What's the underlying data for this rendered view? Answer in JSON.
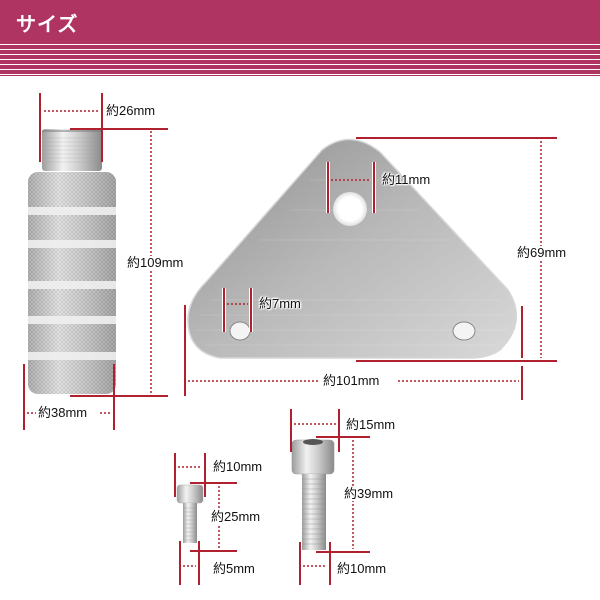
{
  "header": {
    "title": "サイズ",
    "color": "#b03462"
  },
  "colors": {
    "dimension_line": "#b0202e",
    "metal_light": "#e6e6e6",
    "metal_dark": "#9a9a9a"
  },
  "products": {
    "peg": {
      "name": "knurled-peg",
      "dimensions": {
        "top_diameter": "約26mm",
        "length": "約109mm",
        "bottom_diameter": "約38mm"
      }
    },
    "plate": {
      "name": "triangular-mounting-plate",
      "dimensions": {
        "top_hole": "約11mm",
        "height": "約69mm",
        "small_hole": "約7mm",
        "width": "約101mm"
      }
    },
    "small_bolt": {
      "name": "small-hex-socket-bolt",
      "dimensions": {
        "head_diameter": "約10mm",
        "length": "約25mm",
        "shaft_diameter": "約5mm"
      }
    },
    "large_bolt": {
      "name": "large-hex-socket-bolt",
      "dimensions": {
        "head_diameter": "約15mm",
        "length": "約39mm",
        "shaft_diameter": "約10mm"
      }
    }
  }
}
